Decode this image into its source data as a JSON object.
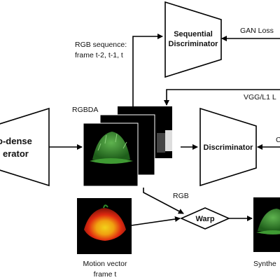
{
  "blocks": {
    "generator_line1": "o-dense",
    "generator_line2": "erator",
    "seq_disc_line1": "Sequential",
    "seq_disc_line2": "Discriminator",
    "discriminator": "Discriminator",
    "warp": "Warp"
  },
  "labels": {
    "rgb_seq_line1": "RGB sequence:",
    "rgb_seq_line2": "frame t-2, t-1, t",
    "gan_loss": "GAN Loss",
    "vgg_l1": "VGG/L1 L",
    "rgbda": "RGBDA",
    "rgb": "RGB",
    "c_cut": "C",
    "motion_line1": "Motion vector",
    "motion_line2": "frame t",
    "synth_line1": "Synthe"
  },
  "colors": {
    "line": "#000000",
    "block_fill": "#ffffff",
    "frame_bg": "#000000",
    "foliage": "#2f8a2a"
  }
}
